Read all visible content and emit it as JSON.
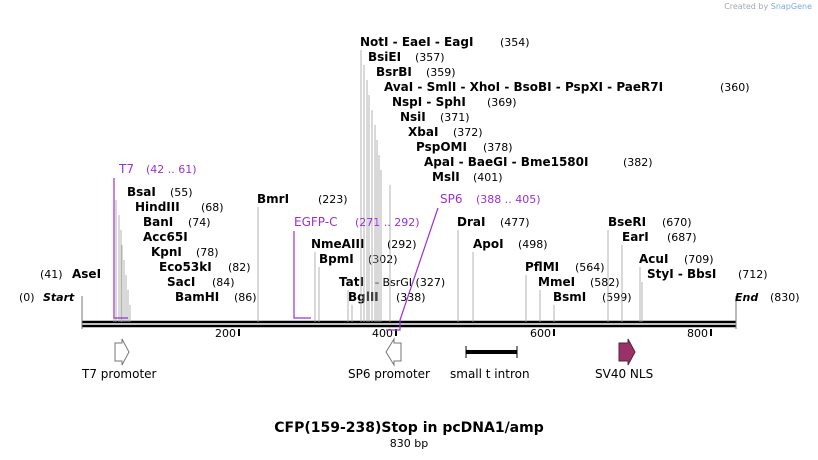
{
  "credit": {
    "prefix": "Created by",
    "brand": "SnapGene"
  },
  "title": "CFP(159-238)Stop in pcDNA1/amp",
  "subtitle": "830 bp",
  "sequence": {
    "start_label": "Start",
    "end_label": "End",
    "start_pos": "(0)",
    "end_pos": "(830)",
    "ruler_ticks": [
      "200",
      "400",
      "600",
      "800"
    ]
  },
  "enzymes": [
    {
      "name": "AseI",
      "pos": "(41)"
    },
    {
      "name": "BsaI",
      "pos": "(55)"
    },
    {
      "name": "HindIII",
      "pos": "(68)"
    },
    {
      "name": "BanI",
      "pos": "(74)"
    },
    {
      "name": "Acc65I",
      "pos": ""
    },
    {
      "name": "KpnI",
      "pos": "(78)"
    },
    {
      "name": "Eco53kI",
      "pos": "(82)"
    },
    {
      "name": "SacI",
      "pos": "(84)"
    },
    {
      "name": "BamHI",
      "pos": "(86)"
    },
    {
      "name": "BmrI",
      "pos": "(223)"
    },
    {
      "name": "NmeAIII",
      "pos": "(292)"
    },
    {
      "name": "BpmI",
      "pos": "(302)"
    },
    {
      "name": "TatI",
      "pos": "- BsrGI   (327)"
    },
    {
      "name": "BglII",
      "pos": "(338)"
    },
    {
      "name": "NotI - EaeI - EagI",
      "pos": "(354)"
    },
    {
      "name": "BsiEI",
      "pos": "(357)"
    },
    {
      "name": "BsrBI",
      "pos": "(359)"
    },
    {
      "name": "AvaI - SmlI - XhoI - BsoBI - PspXI - PaeR7I",
      "pos": "(360)"
    },
    {
      "name": "NspI - SphI",
      "pos": "(369)"
    },
    {
      "name": "NsiI",
      "pos": "(371)"
    },
    {
      "name": "XbaI",
      "pos": "(372)"
    },
    {
      "name": "PspOMI",
      "pos": "(378)"
    },
    {
      "name": "ApaI - BaeGI - Bme1580I",
      "pos": "(382)"
    },
    {
      "name": "MslI",
      "pos": "(401)"
    },
    {
      "name": "DraI",
      "pos": "(477)"
    },
    {
      "name": "ApoI",
      "pos": "(498)"
    },
    {
      "name": "PflMI",
      "pos": "(564)"
    },
    {
      "name": "MmeI",
      "pos": "(582)"
    },
    {
      "name": "BsmI",
      "pos": "(599)"
    },
    {
      "name": "BseRI",
      "pos": "(670)"
    },
    {
      "name": "EarI",
      "pos": "(687)"
    },
    {
      "name": "AcuI",
      "pos": "(709)"
    },
    {
      "name": "StyI - BbsI",
      "pos": "(712)"
    }
  ],
  "primers": [
    {
      "name": "T7",
      "pos": "(42 .. 61)"
    },
    {
      "name": "EGFP-C",
      "pos": "(271 .. 292)"
    },
    {
      "name": "SP6",
      "pos": "(388 .. 405)"
    }
  ],
  "features": [
    {
      "name": "T7 promoter",
      "kind": "promoter"
    },
    {
      "name": "SP6 promoter",
      "kind": "promoter"
    },
    {
      "name": "small t intron",
      "kind": "intron"
    },
    {
      "name": "SV40 NLS",
      "kind": "nls"
    }
  ],
  "colors": {
    "primer": "#9b30d8",
    "nls": "#993366",
    "line": "#a0a0a0",
    "text": "#000000"
  }
}
